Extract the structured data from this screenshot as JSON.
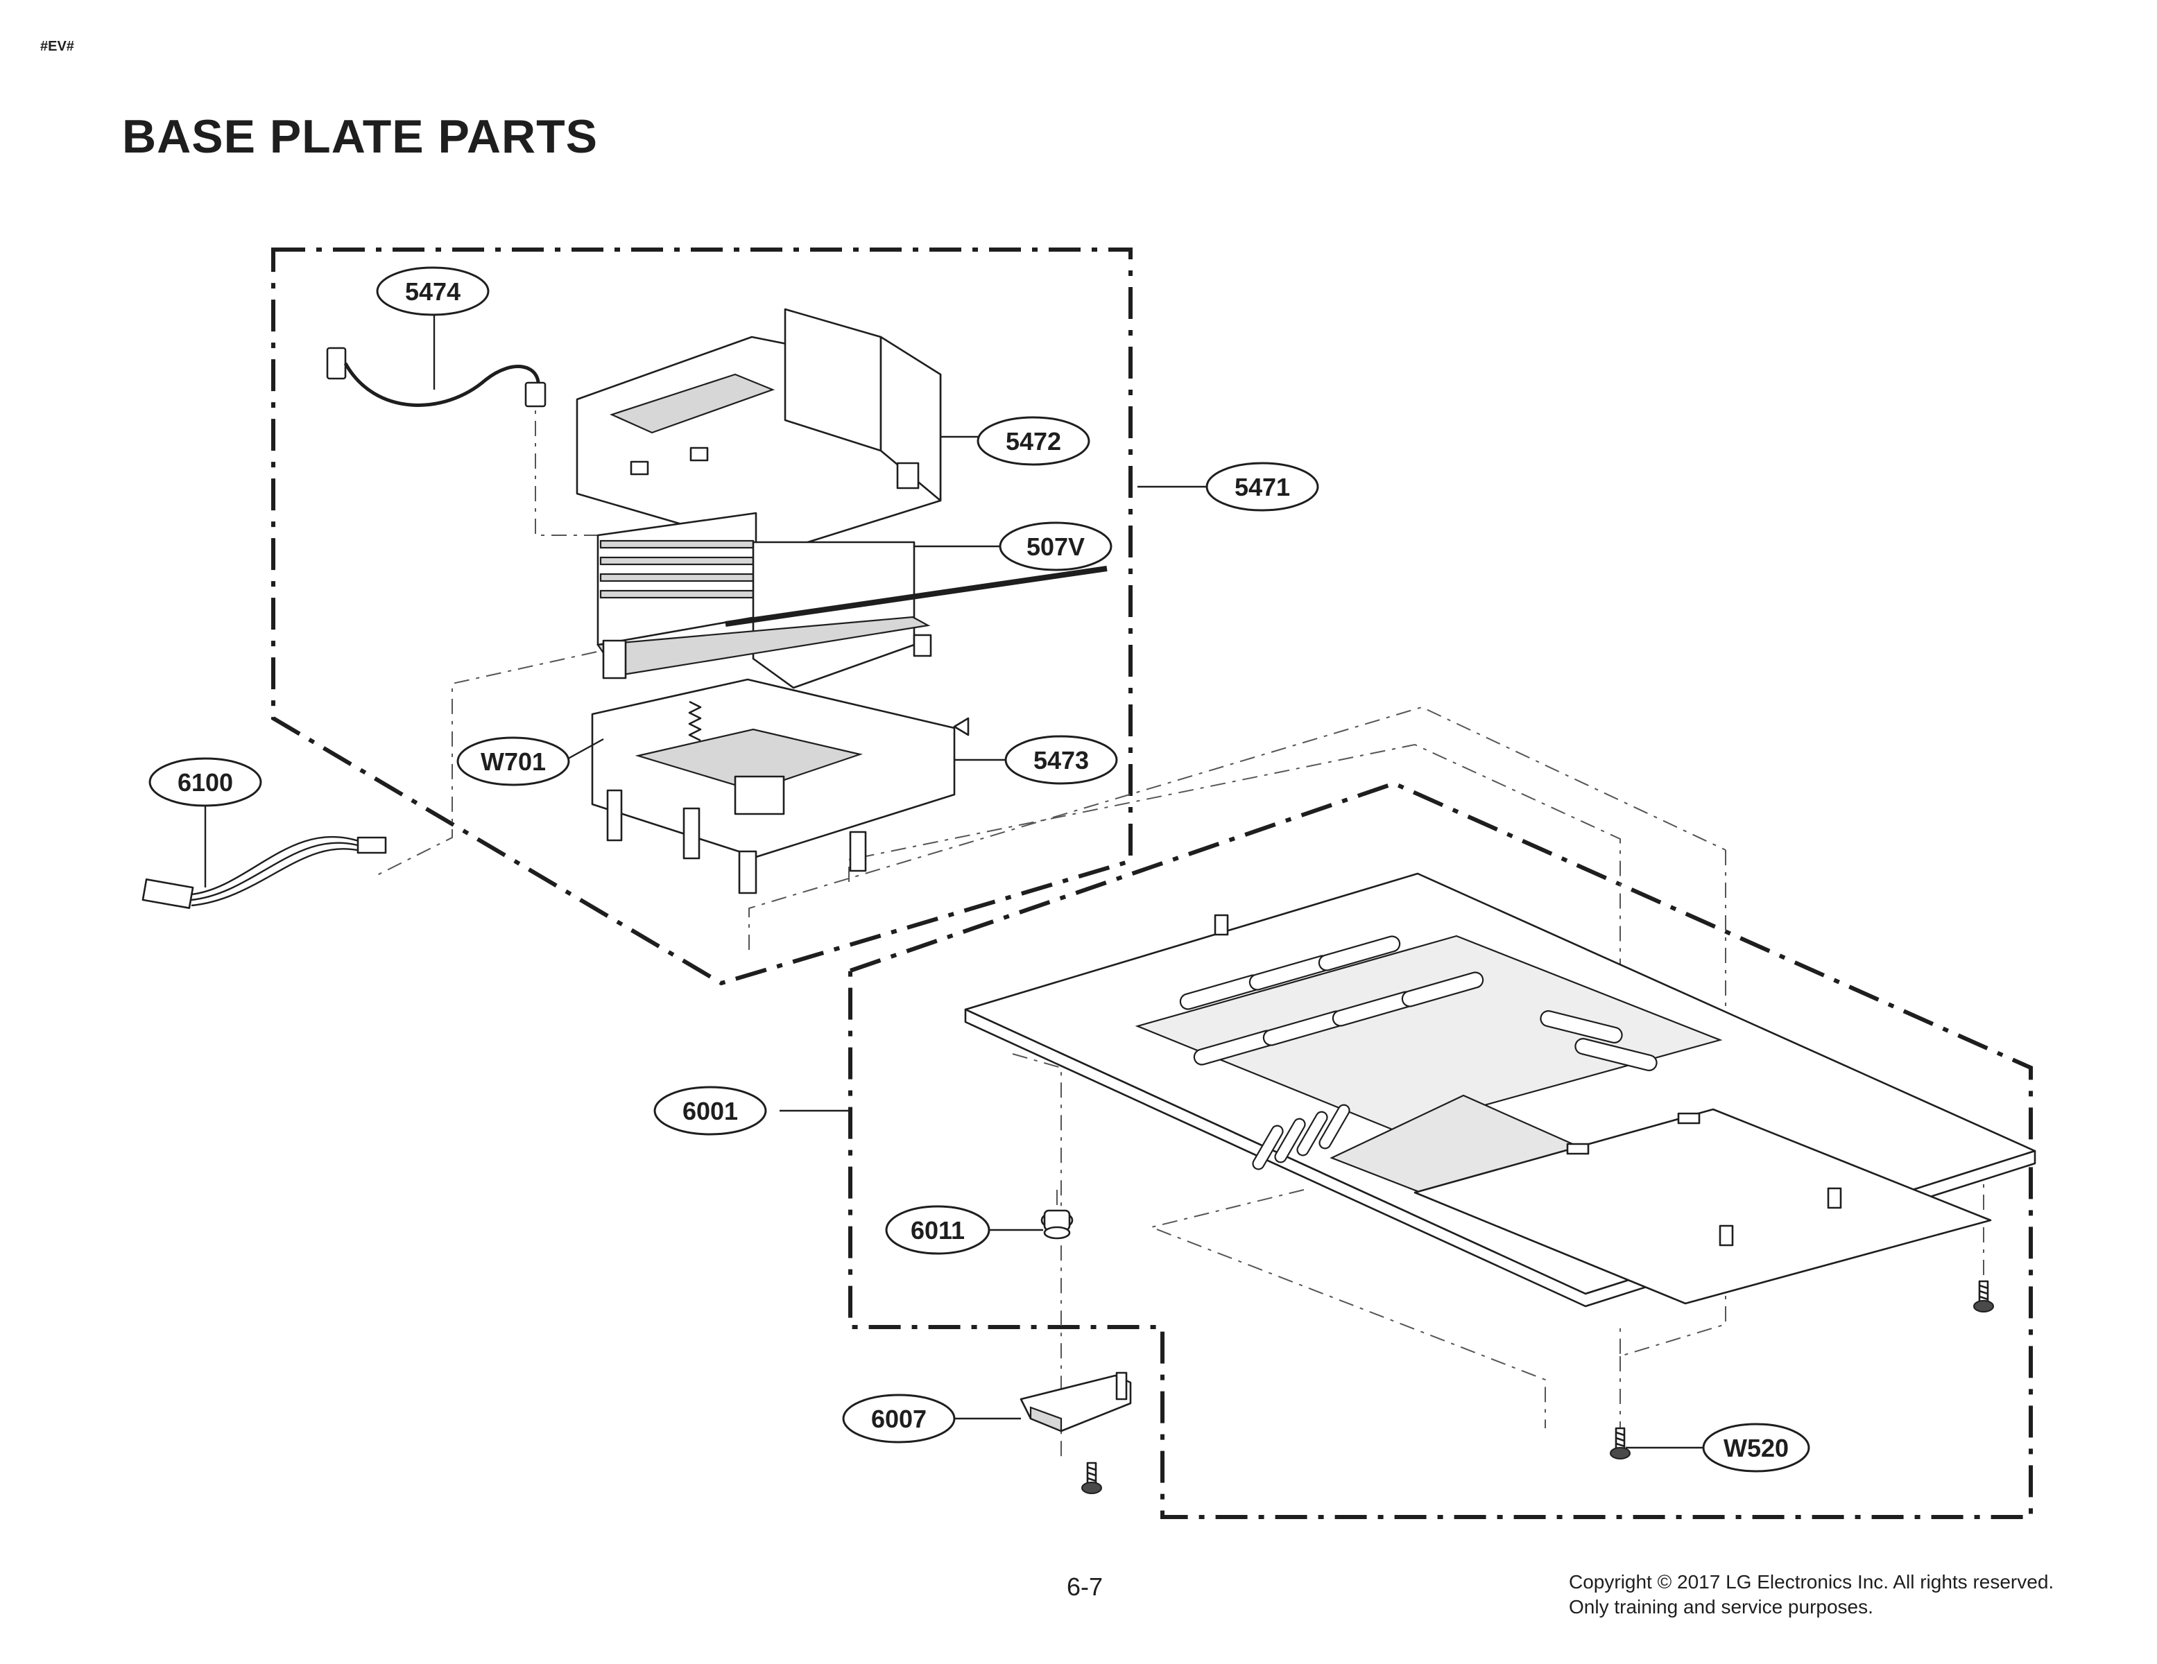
{
  "document": {
    "tag": "#EV#",
    "title": "BASE PLATE PARTS",
    "page_number": "6-7",
    "copyright_lines": [
      "Copyright © 2017 LG Electronics Inc. All rights reserved.",
      "Only training and service purposes."
    ]
  },
  "callouts": {
    "c5474": "5474",
    "c5472": "5472",
    "c5471": "5471",
    "c507V": "507V",
    "cW701": "W701",
    "c5473": "5473",
    "c6100": "6100",
    "c6001": "6001",
    "c6011": "6011",
    "c6007": "6007",
    "cW520": "W520"
  },
  "icons": {
    "parts": [
      "wire-harness",
      "shield-cover",
      "transformer-heatsink",
      "component-holder",
      "ribbon-cable",
      "base-plate",
      "locking-rivet",
      "bracket",
      "screw"
    ]
  }
}
